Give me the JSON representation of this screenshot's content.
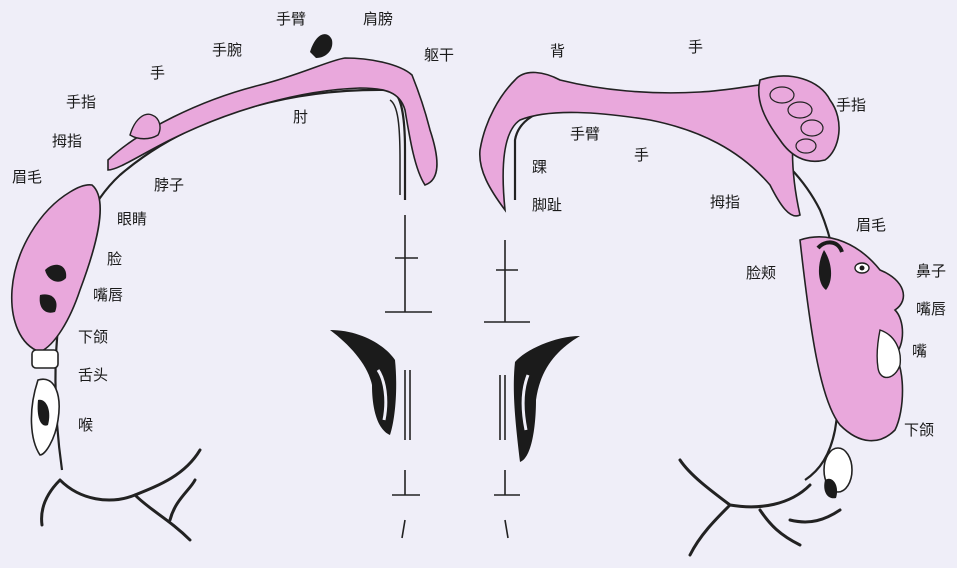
{
  "colors": {
    "background": "#efeef8",
    "homunculus_fill": "#e9a8dc",
    "outline": "#222222",
    "dark_fill": "#1b1b1b"
  },
  "left_hemisphere": {
    "labels": {
      "arm": "手臂",
      "shoulder": "肩膀",
      "wrist": "手腕",
      "trunk": "躯干",
      "hand": "手",
      "fingers": "手指",
      "elbow": "肘",
      "thumb": "拇指",
      "eyebrow": "眉毛",
      "neck": "脖子",
      "eye": "眼睛",
      "face": "脸",
      "lips": "嘴唇",
      "jaw": "下颌",
      "tongue": "舌头",
      "throat": "喉"
    }
  },
  "right_hemisphere": {
    "labels": {
      "back": "背",
      "hand": "手",
      "fingers": "手指",
      "arm": "手臂",
      "hand_inner": "手",
      "ankle": "踝",
      "toes": "脚趾",
      "thumb": "拇指",
      "eyebrow": "眉毛",
      "cheek": "脸颊",
      "nose": "鼻子",
      "lips": "嘴唇",
      "mouth": "嘴",
      "jaw": "下颌"
    }
  }
}
